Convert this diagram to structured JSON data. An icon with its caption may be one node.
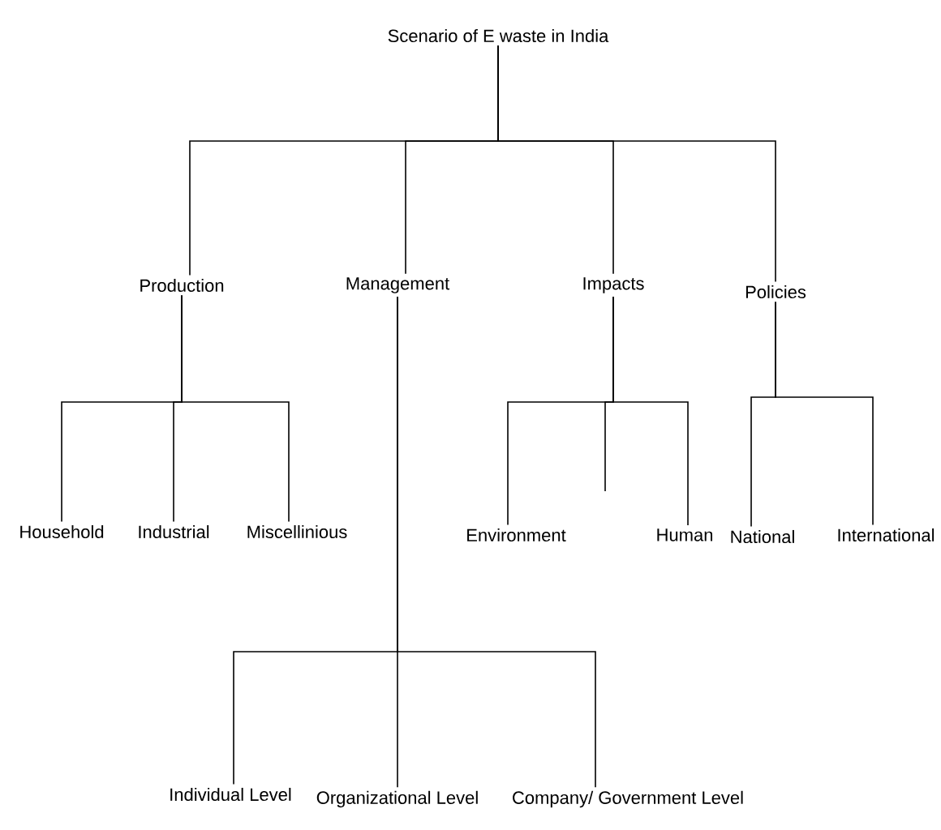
{
  "diagram": {
    "nodes": [
      {
        "text": [
          "Scenario of E waste in India"
        ]
      },
      {
        "text": [
          "Production"
        ]
      },
      {
        "text": [
          "Management"
        ]
      },
      {
        "text": [
          "Impacts"
        ]
      },
      {
        "text": [
          "Policies"
        ]
      },
      {
        "text": [
          "Household"
        ]
      },
      {
        "text": [
          "Industrial"
        ]
      },
      {
        "text": [
          "Miscellinious"
        ]
      },
      {
        "text": [
          "Environment"
        ]
      },
      {
        "text": [
          "Human"
        ]
      },
      {
        "text": [
          "National"
        ]
      },
      {
        "text": [
          "International"
        ]
      },
      {
        "text": [
          "Individual Level"
        ]
      },
      {
        "text": [
          "Organizational Level"
        ]
      },
      {
        "text": [
          "Company/ Government Level"
        ]
      }
    ],
    "edges": [
      {
        "from": 0,
        "to": 1,
        "arrow": "none"
      },
      {
        "from": 0,
        "to": 2,
        "arrow": "none"
      },
      {
        "from": 0,
        "to": 3,
        "arrow": "none"
      },
      {
        "from": 0,
        "to": 4,
        "arrow": "none"
      },
      {
        "from": 1,
        "to": 5,
        "arrow": "none"
      },
      {
        "from": 1,
        "to": 6,
        "arrow": "none"
      },
      {
        "from": 1,
        "to": 7,
        "arrow": "none"
      },
      {
        "from": 2,
        "to": 12,
        "arrow": "none"
      },
      {
        "from": 2,
        "to": 13,
        "arrow": "none"
      },
      {
        "from": 2,
        "to": 14,
        "arrow": "none"
      },
      {
        "from": 3,
        "to": 8,
        "arrow": "none"
      },
      {
        "from": 3,
        "to": null,
        "arrow": "none"
      },
      {
        "from": 3,
        "to": 9,
        "arrow": "none"
      },
      {
        "from": 4,
        "to": 10,
        "arrow": "none"
      },
      {
        "from": 4,
        "to": 11,
        "arrow": "none"
      }
    ]
  }
}
